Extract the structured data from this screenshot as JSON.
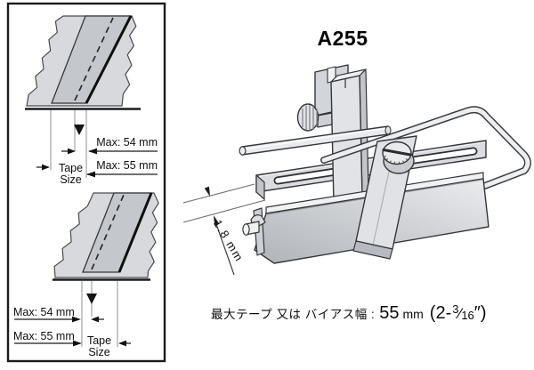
{
  "title": "A255",
  "left_panel": {
    "top_diagram": {
      "max_54_label": "Max: 54 mm",
      "max_55_label": "Max: 55 mm",
      "tape_size_label": "Tape Size"
    },
    "bottom_diagram": {
      "max_54_label": "Max: 54 mm",
      "max_55_label": "Max: 55 mm",
      "tape_size_label": "Tape Size"
    }
  },
  "illustration": {
    "gap_dimension_label": "1.8 mm"
  },
  "caption": {
    "jp_text": "最大テープ 又は バイアス幅 :",
    "value": "55",
    "unit": "mm",
    "inch_open": "(2-",
    "frac_numerator": "3",
    "frac_slash": "⁄",
    "frac_denominator": "16",
    "inch_close": "″)"
  },
  "colors": {
    "outline": "#36363a",
    "fabric_fill": "#d7d9dc",
    "tape_fill": "#c4c7cc",
    "metal_light": "#e8eaec",
    "metal_mid": "#c7cace",
    "text": "#0e0e0e",
    "background": "#ffffff"
  }
}
